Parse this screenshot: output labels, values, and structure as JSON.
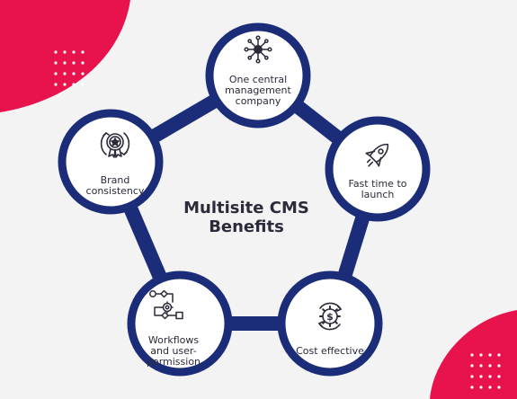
{
  "title": {
    "line1": "Multisite CMS",
    "line2": "Benefits"
  },
  "nodes": [
    {
      "id": "top",
      "icon": "hub-network-icon",
      "lines": [
        "One central",
        "management",
        "company"
      ]
    },
    {
      "id": "right",
      "icon": "rocket-icon",
      "lines": [
        "Fast time to",
        "launch"
      ]
    },
    {
      "id": "bottom-right",
      "icon": "cost-gear-dollar-icon",
      "lines": [
        "Cost effective"
      ]
    },
    {
      "id": "bottom-left",
      "icon": "workflow-icon",
      "lines": [
        "Workflows",
        "and user-",
        "permission"
      ]
    },
    {
      "id": "left",
      "icon": "brand-badge-icon",
      "lines": [
        "Brand",
        "consistency"
      ]
    }
  ],
  "colors": {
    "background": "#f3f3f4",
    "ring": "#1b2d79",
    "node_fill": "#ffffff",
    "accent": "#e8134d",
    "text": "#2b2b3a"
  }
}
